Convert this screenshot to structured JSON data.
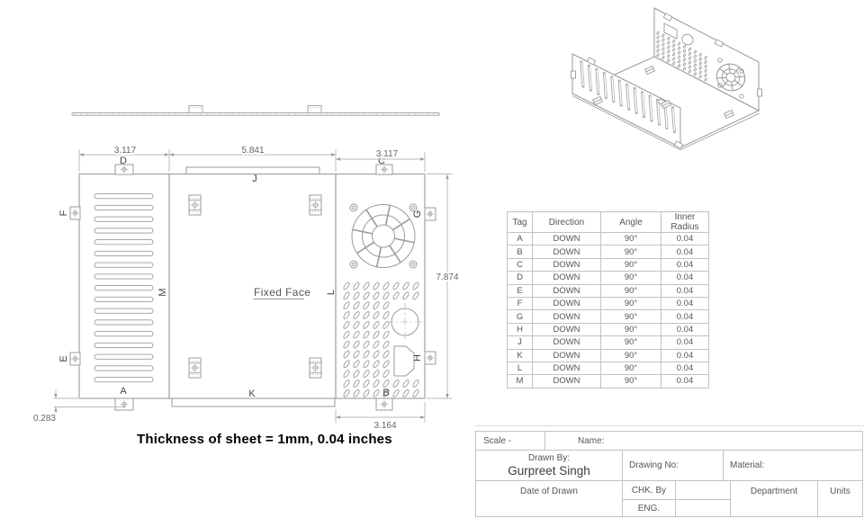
{
  "bend_table": {
    "headers": [
      "Tag",
      "Direction",
      "Angle",
      "Inner Radius"
    ],
    "rows": [
      {
        "tag": "A",
        "direction": "DOWN",
        "angle": "90°",
        "inner_radius": "0.04"
      },
      {
        "tag": "B",
        "direction": "DOWN",
        "angle": "90°",
        "inner_radius": "0.04"
      },
      {
        "tag": "C",
        "direction": "DOWN",
        "angle": "90°",
        "inner_radius": "0.04"
      },
      {
        "tag": "D",
        "direction": "DOWN",
        "angle": "90°",
        "inner_radius": "0.04"
      },
      {
        "tag": "E",
        "direction": "DOWN",
        "angle": "90°",
        "inner_radius": "0.04"
      },
      {
        "tag": "F",
        "direction": "DOWN",
        "angle": "90°",
        "inner_radius": "0.04"
      },
      {
        "tag": "G",
        "direction": "DOWN",
        "angle": "90°",
        "inner_radius": "0.04"
      },
      {
        "tag": "H",
        "direction": "DOWN",
        "angle": "90°",
        "inner_radius": "0.04"
      },
      {
        "tag": "J",
        "direction": "DOWN",
        "angle": "90°",
        "inner_radius": "0.04"
      },
      {
        "tag": "K",
        "direction": "DOWN",
        "angle": "90°",
        "inner_radius": "0.04"
      },
      {
        "tag": "L",
        "direction": "DOWN",
        "angle": "90°",
        "inner_radius": "0.04"
      },
      {
        "tag": "M",
        "direction": "DOWN",
        "angle": "90°",
        "inner_radius": "0.04"
      }
    ]
  },
  "drawing": {
    "dimensions": {
      "left_width": "3.117",
      "middle_width": "5.841",
      "right_width": "3.117",
      "height": "7.874",
      "bottom_right_width": "3.164",
      "lip_offset": "0.283"
    },
    "fixed_face_label": "Fixed Face",
    "thickness_note": "Thickness of sheet = 1mm,  0.04 inches"
  },
  "title_block": {
    "scale_label": "Scale -",
    "name_label": "Name:",
    "drawn_by_label": "Drawn By:",
    "drawn_by_value": "Gurpreet Singh",
    "drawing_no_label": "Drawing No:",
    "material_label": "Material:",
    "date_label": "Date of Drawn",
    "chk_label": "CHK. By",
    "eng_label": "ENG.",
    "department_label": "Department",
    "units_label": "Units"
  }
}
